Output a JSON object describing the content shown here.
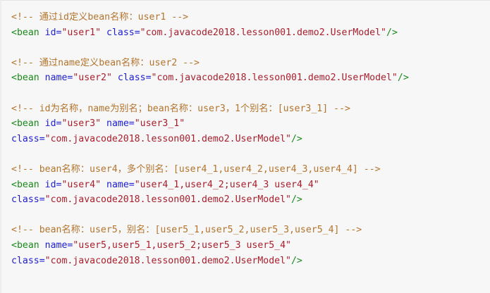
{
  "code_block": {
    "language": "xml",
    "background_color": "#f7f7f8",
    "border_color": "#e3e5e8",
    "colors": {
      "comment": "#b5742b",
      "tag": "#1a8a1a",
      "attribute": "#2020d0",
      "value": "#a81f2b",
      "punctuation": "#1a8a1a"
    },
    "lines": [
      {
        "index": 1,
        "type": "comment",
        "text": "<!-- 通过id定义bean名称：user1 -->",
        "tokens": [
          {
            "kind": "comment",
            "text": "<!-- 通过id定义bean名称：user1 -->"
          }
        ]
      },
      {
        "index": 2,
        "type": "element",
        "text": "<bean id=\"user1\" class=\"com.javacode2018.lesson001.demo2.UserModel\"/>",
        "tokens": [
          {
            "kind": "tag",
            "text": "<bean"
          },
          {
            "kind": "plain",
            "text": " "
          },
          {
            "kind": "attr",
            "text": "id="
          },
          {
            "kind": "val",
            "text": "\"user1\""
          },
          {
            "kind": "plain",
            "text": " "
          },
          {
            "kind": "attr",
            "text": "class="
          },
          {
            "kind": "val",
            "text": "\"com.javacode2018.lesson001.demo2.UserModel\""
          },
          {
            "kind": "punct",
            "text": "/>"
          }
        ]
      },
      {
        "index": 3,
        "type": "blank",
        "text": "",
        "tokens": []
      },
      {
        "index": 4,
        "type": "comment",
        "text": "<!-- 通过name定义bean名称：user2 -->",
        "tokens": [
          {
            "kind": "comment",
            "text": "<!-- 通过name定义bean名称：user2 -->"
          }
        ]
      },
      {
        "index": 5,
        "type": "element",
        "text": "<bean name=\"user2\" class=\"com.javacode2018.lesson001.demo2.UserModel\"/>",
        "tokens": [
          {
            "kind": "tag",
            "text": "<bean"
          },
          {
            "kind": "plain",
            "text": " "
          },
          {
            "kind": "attr",
            "text": "name="
          },
          {
            "kind": "val",
            "text": "\"user2\""
          },
          {
            "kind": "plain",
            "text": " "
          },
          {
            "kind": "attr",
            "text": "class="
          },
          {
            "kind": "val",
            "text": "\"com.javacode2018.lesson001.demo2.UserModel\""
          },
          {
            "kind": "punct",
            "text": "/>"
          }
        ]
      },
      {
        "index": 6,
        "type": "blank",
        "text": "",
        "tokens": []
      },
      {
        "index": 7,
        "type": "comment",
        "text": "<!-- id为名称，name为别名；bean名称：user3，1个别名：[user3_1] -->",
        "tokens": [
          {
            "kind": "comment",
            "text": "<!-- id为名称，name为别名；bean名称：user3，1个别名：[user3_1] -->"
          }
        ]
      },
      {
        "index": 8,
        "type": "element",
        "text": "<bean id=\"user3\" name=\"user3_1\"",
        "tokens": [
          {
            "kind": "tag",
            "text": "<bean"
          },
          {
            "kind": "plain",
            "text": " "
          },
          {
            "kind": "attr",
            "text": "id="
          },
          {
            "kind": "val",
            "text": "\"user3\""
          },
          {
            "kind": "plain",
            "text": " "
          },
          {
            "kind": "attr",
            "text": "name="
          },
          {
            "kind": "val",
            "text": "\"user3_1\""
          }
        ]
      },
      {
        "index": 9,
        "type": "element-cont",
        "text": "class=\"com.javacode2018.lesson001.demo2.UserModel\"/>",
        "tokens": [
          {
            "kind": "attr",
            "text": "class="
          },
          {
            "kind": "val",
            "text": "\"com.javacode2018.lesson001.demo2.UserModel\""
          },
          {
            "kind": "punct",
            "text": "/>"
          }
        ]
      },
      {
        "index": 10,
        "type": "blank",
        "text": "",
        "tokens": []
      },
      {
        "index": 11,
        "type": "comment",
        "text": "<!-- bean名称：user4，多个别名：[user4_1,user4_2,user4_3,user4_4] -->",
        "tokens": [
          {
            "kind": "comment",
            "text": "<!-- bean名称：user4，多个别名：[user4_1,user4_2,user4_3,user4_4] -->"
          }
        ]
      },
      {
        "index": 12,
        "type": "element",
        "text": "<bean id=\"user4\" name=\"user4_1,user4_2;user4_3 user4_4\"",
        "tokens": [
          {
            "kind": "tag",
            "text": "<bean"
          },
          {
            "kind": "plain",
            "text": " "
          },
          {
            "kind": "attr",
            "text": "id="
          },
          {
            "kind": "val",
            "text": "\"user4\""
          },
          {
            "kind": "plain",
            "text": " "
          },
          {
            "kind": "attr",
            "text": "name="
          },
          {
            "kind": "val",
            "text": "\"user4_1,user4_2;user4_3 user4_4\""
          }
        ]
      },
      {
        "index": 13,
        "type": "element-cont",
        "text": "class=\"com.javacode2018.lesson001.demo2.UserModel\"/>",
        "tokens": [
          {
            "kind": "attr",
            "text": "class="
          },
          {
            "kind": "val",
            "text": "\"com.javacode2018.lesson001.demo2.UserModel\""
          },
          {
            "kind": "punct",
            "text": "/>"
          }
        ]
      },
      {
        "index": 14,
        "type": "blank",
        "text": "",
        "tokens": []
      },
      {
        "index": 15,
        "type": "comment",
        "text": "<!-- bean名称：user5，别名：[user5_1,user5_2,user5_3,user5_4] -->",
        "tokens": [
          {
            "kind": "comment",
            "text": "<!-- bean名称：user5，别名：[user5_1,user5_2,user5_3,user5_4] -->"
          }
        ]
      },
      {
        "index": 16,
        "type": "element",
        "text": "<bean name=\"user5,user5_1,user5_2;user5_3 user5_4\"",
        "tokens": [
          {
            "kind": "tag",
            "text": "<bean"
          },
          {
            "kind": "plain",
            "text": " "
          },
          {
            "kind": "attr",
            "text": "name="
          },
          {
            "kind": "val",
            "text": "\"user5,user5_1,user5_2;user5_3 user5_4\""
          }
        ]
      },
      {
        "index": 17,
        "type": "element-cont",
        "text": "class=\"com.javacode2018.lesson001.demo2.UserModel\"/>",
        "tokens": [
          {
            "kind": "attr",
            "text": "class="
          },
          {
            "kind": "val",
            "text": "\"com.javacode2018.lesson001.demo2.UserModel\""
          },
          {
            "kind": "punct",
            "text": "/>"
          }
        ]
      }
    ]
  }
}
